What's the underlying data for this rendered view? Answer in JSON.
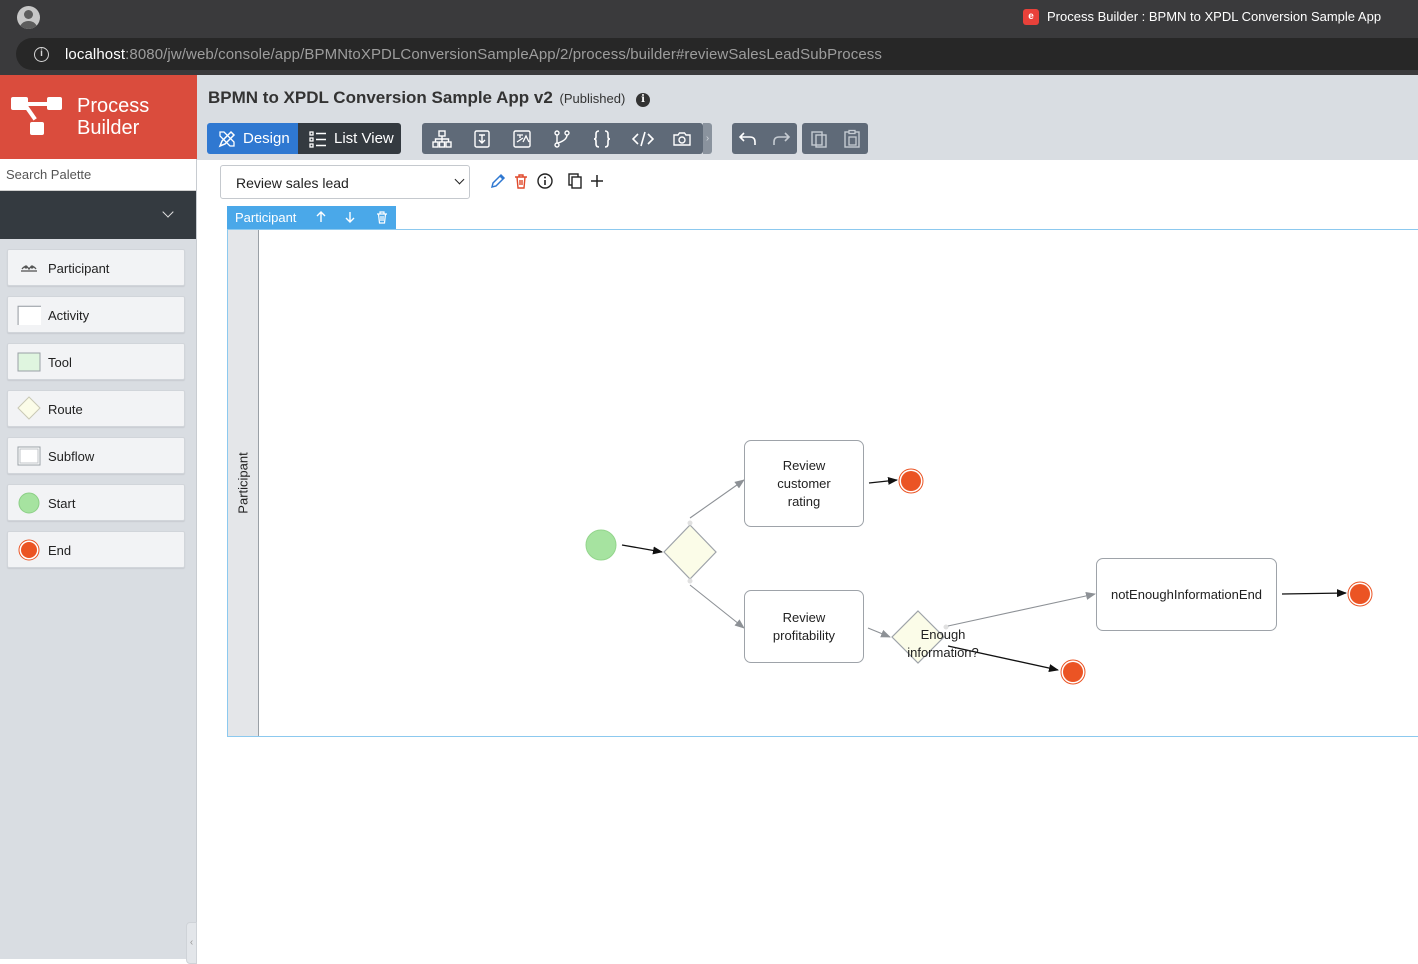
{
  "browser": {
    "tab_title": "Process Builder : BPMN to XPDL Conversion Sample App",
    "url_host": "localhost",
    "url_path": ":8080/jw/web/console/app/BPMNtoXPDLConversionSampleApp/2/process/builder#reviewSalesLeadSubProcess"
  },
  "brand": {
    "line1": "Process",
    "line2": "Builder"
  },
  "palette": {
    "search_placeholder": "Search Palette",
    "items": [
      {
        "label": "Participant",
        "icon": "participant-icon"
      },
      {
        "label": "Activity",
        "icon": "activity-icon"
      },
      {
        "label": "Tool",
        "icon": "tool-icon"
      },
      {
        "label": "Route",
        "icon": "route-icon"
      },
      {
        "label": "Subflow",
        "icon": "subflow-icon"
      },
      {
        "label": "Start",
        "icon": "start-icon"
      },
      {
        "label": "End",
        "icon": "end-icon"
      }
    ]
  },
  "header": {
    "app_title": "BPMN to XPDL Conversion Sample App v2",
    "app_status": "(Published)",
    "design_label": "Design",
    "listview_label": "List View"
  },
  "process": {
    "selected": "Review sales lead"
  },
  "diagram": {
    "pool_label": "Participant",
    "lane_label": "Participant",
    "activities": {
      "review_customer_rating": [
        "Review",
        "customer",
        "rating"
      ],
      "review_profitability": [
        "Review",
        "profitability"
      ],
      "not_enough_info_end": "notEnoughInformationEnd"
    },
    "route_label": [
      "Enough",
      "information?"
    ],
    "colors": {
      "start": "#a6e3a0",
      "end": "#eb5424",
      "route": "#fbfce8",
      "pool": "#4aa8e9",
      "accent": "#2f78d1"
    }
  }
}
